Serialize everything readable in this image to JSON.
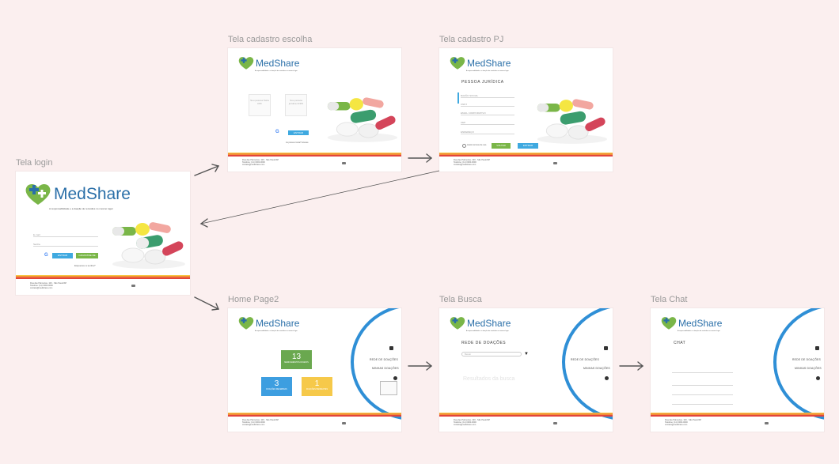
{
  "canvas": {
    "background": "#fbefef"
  },
  "colors": {
    "brand_blue": "#2a6fa8",
    "green": "#7ab648",
    "button_blue": "#3fa9e0",
    "orange": "#f28c38",
    "red": "#e2453c",
    "yellow": "#f5c842",
    "stat_green": "#6aa84f",
    "stat_blue": "#3d9ee0",
    "stat_yellow": "#f6c94a"
  },
  "brand": {
    "name": "MedShare",
    "tagline": "A responsabilidade e a doação de remédios no mesmo lugar"
  },
  "footer": {
    "line1": "Rua das Palmeiras, 100 - São Paulo/SP",
    "line2": "Telefone: (11) 0000-0000",
    "line3": "contato@medshare.com"
  },
  "frames": {
    "login": {
      "title": "Tela login",
      "email_placeholder": "E-mail",
      "password_placeholder": "Senha",
      "enter_label": "ENTRAR",
      "register_label": "CADASTRE-SE",
      "forgot_label": "Esqueceu a senha?"
    },
    "choice": {
      "title": "Tela cadastro escolha",
      "option_pf": "Sou pessoa física CPF",
      "option_pj": "Sou pessoa jurídica CNPJ",
      "enter_label": "ENTRAR",
      "link_label": "Ja possui conta? Acesse"
    },
    "pj": {
      "title": "Tela cadastro PJ",
      "heading": "PESSOA JURÍDICA",
      "fields": [
        "RAZÃO SOCIAL",
        "CNPJ",
        "EMAIL CORPORATIVO",
        "CEP",
        "ENDEREÇO"
      ],
      "terms_label": "Aceito termos de uso",
      "back_label": "VOLTAR",
      "enter_label": "ENTRAR"
    },
    "home": {
      "title": "Home Page2",
      "stats": [
        {
          "value": "13",
          "label": "MEDICAMENTOS DOADOS"
        },
        {
          "value": "3",
          "label": "DOAÇÕES RECEBIDAS"
        },
        {
          "value": "1",
          "label": "DOAÇÕES PENDENTES"
        }
      ],
      "menu": [
        "REDE DE DOAÇÕES",
        "MINHAS DOAÇÕES"
      ]
    },
    "busca": {
      "title": "Tela Busca",
      "heading": "REDE DE DOAÇÕES",
      "search_placeholder": "Buscar",
      "results_label": "Resultados da busca",
      "menu": [
        "REDE DE DOAÇÕES",
        "MINHAS DOAÇÕES"
      ]
    },
    "chat": {
      "title": "Tela Chat",
      "heading": "CHAT",
      "menu": [
        "REDE DE DOAÇÕES",
        "MINHAS DOAÇÕES"
      ]
    }
  }
}
